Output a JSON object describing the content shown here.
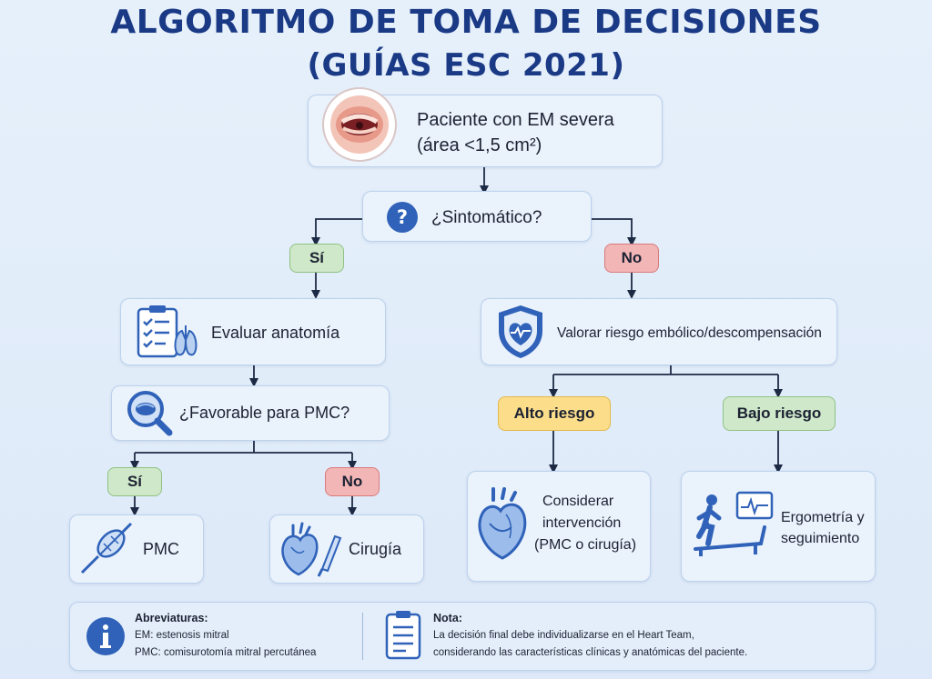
{
  "title": {
    "line1": "ALGORITMO DE TOMA DE DECISIONES",
    "line2": "(GUÍAS ESC 2021)"
  },
  "nodes": {
    "patient": {
      "line1": "Paciente con EM severa",
      "line2": "(área <1,5 cm²)"
    },
    "symptomatic": {
      "label": "¿Sintomático?"
    },
    "yes_1": {
      "label": "Sí"
    },
    "no_1": {
      "label": "No"
    },
    "evaluate": {
      "label": "Evaluar anatomía"
    },
    "favorable": {
      "label": "¿Favorable para PMC?"
    },
    "yes_2": {
      "label": "Sí"
    },
    "no_2": {
      "label": "No"
    },
    "pmc": {
      "label": "PMC"
    },
    "surgery": {
      "label": "Cirugía"
    },
    "assess_risk": {
      "label": "Valorar riesgo embólico/descompensación"
    },
    "high_risk": {
      "label": "Alto riesgo"
    },
    "low_risk": {
      "label": "Bajo riesgo"
    },
    "consider": {
      "line1": "Considerar",
      "line2": "intervención",
      "line3": "(PMC o cirugía)"
    },
    "ergometry": {
      "line1": "Ergometría y",
      "line2": "seguimiento"
    }
  },
  "footer": {
    "abbrev_title": "Abreviaturas:",
    "abbrev_em": "EM: estenosis mitral",
    "abbrev_pmc": "PMC: comisurotomía mitral percutánea",
    "note_title": "Nota:",
    "note_line1": "La decisión final debe individualizarse en el Heart Team,",
    "note_line2": "considerando las características clínicas y anatómicas del paciente."
  },
  "icons": {
    "patient": "mitral-valve-icon",
    "question": "question-mark-icon",
    "evaluate": "clipboard-lungs-icon",
    "favorable": "magnifier-valve-icon",
    "pmc": "balloon-catheter-icon",
    "surgery": "heart-scalpel-icon",
    "risk": "shield-heart-icon",
    "consider": "heart-icon",
    "ergometry": "treadmill-icon",
    "info": "info-icon",
    "note": "note-icon"
  },
  "colors": {
    "title": "#1b3a86",
    "box_fill": "#eaf2fc",
    "yes": "#cfe8c9",
    "no": "#f2b6b6",
    "high_risk": "#fbdd8a",
    "low_risk": "#cfe8c9",
    "icon_blue": "#2f62b8"
  }
}
